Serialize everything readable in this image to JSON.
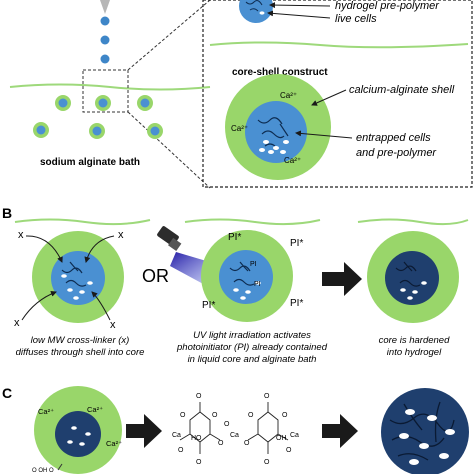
{
  "panel_a": {
    "legend_top": {
      "line1": "hydrogel pre-polymer",
      "line2": "live cells"
    },
    "construct_title": "core-shell construct",
    "bath_label": "sodium alginate bath",
    "callouts": {
      "shell": "calcium-alginate shell",
      "core_line1": "entrapped cells",
      "core_line2": "and pre-polymer"
    },
    "ions": [
      "Ca²⁺",
      "Ca²⁺",
      "Ca²⁺"
    ]
  },
  "panel_b": {
    "letter": "B",
    "or_text": "OR",
    "x_marks": [
      "x",
      "x",
      "x",
      "x"
    ],
    "pi_marks": [
      "PI*",
      "PI*",
      "PI*",
      "PI*"
    ],
    "captions": {
      "left": [
        "low MW cross-linker (x)",
        "diffuses through shell into core"
      ],
      "middle": [
        "UV light irradiation activates",
        "photoinitiator (PI) already contained",
        "in liquid core and alginate bath"
      ],
      "right": [
        "core is hardened",
        "into hydrogel"
      ]
    }
  },
  "panel_c": {
    "letter": "C",
    "ions": [
      "Ca²⁺",
      "Ca²⁺",
      "Ca²⁺"
    ],
    "chem_labels": [
      "O",
      "O",
      "O",
      "O",
      "O",
      "O",
      "O",
      "O",
      "O",
      "O",
      "HO",
      "OH",
      "Ca",
      "Ca",
      "Ca",
      "O",
      "O",
      "O"
    ],
    "partial_text": "O  OH  O"
  },
  "colors": {
    "shell_green": "#99d66a",
    "core_blue": "#4a90d2",
    "hard_core_navy": "#1f3f6e",
    "bath_line": "#9ed97b",
    "arrow": "#1a1a1a",
    "uv_beam": "#3c2fc0"
  }
}
